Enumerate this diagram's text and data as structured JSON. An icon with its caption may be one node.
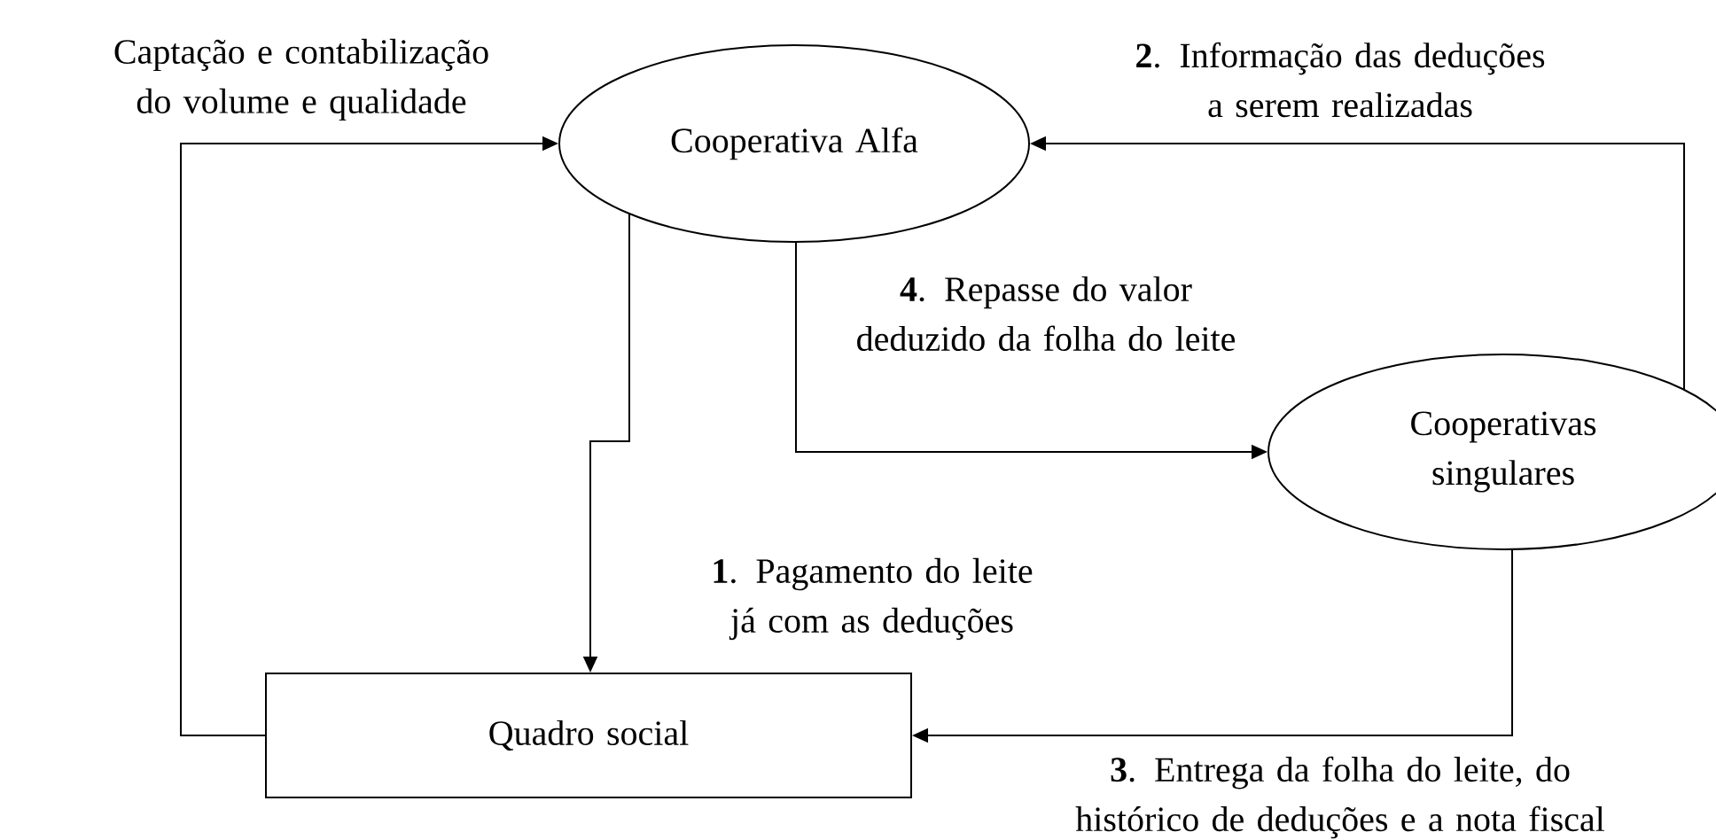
{
  "diagram": {
    "nodes": [
      {
        "text": [
          "Cooperativa Alfa"
        ]
      },
      {
        "text": [
          "Cooperativas singulares"
        ]
      },
      {
        "text": [
          "Quadro social"
        ]
      }
    ],
    "edges": [
      {
        "from": 2,
        "to": 0,
        "arrow": "to",
        "label": "Captação e contabilização do volume e qualidade"
      },
      {
        "from": 1,
        "to": 0,
        "arrow": "to",
        "label": "**2**. Informação das deduções a serem realizadas"
      },
      {
        "from": 0,
        "to": 1,
        "arrow": "to",
        "label": "**4**. Repasse do valor deduzido da folha do leite"
      },
      {
        "from": 0,
        "to": 2,
        "arrow": "to",
        "label": "**1**. Pagamento do leite já com as deduções"
      },
      {
        "from": 1,
        "to": 2,
        "arrow": "to",
        "label": "**3**. Entrega da folha do leite, do histórico de deduções e a nota fiscal"
      }
    ]
  }
}
